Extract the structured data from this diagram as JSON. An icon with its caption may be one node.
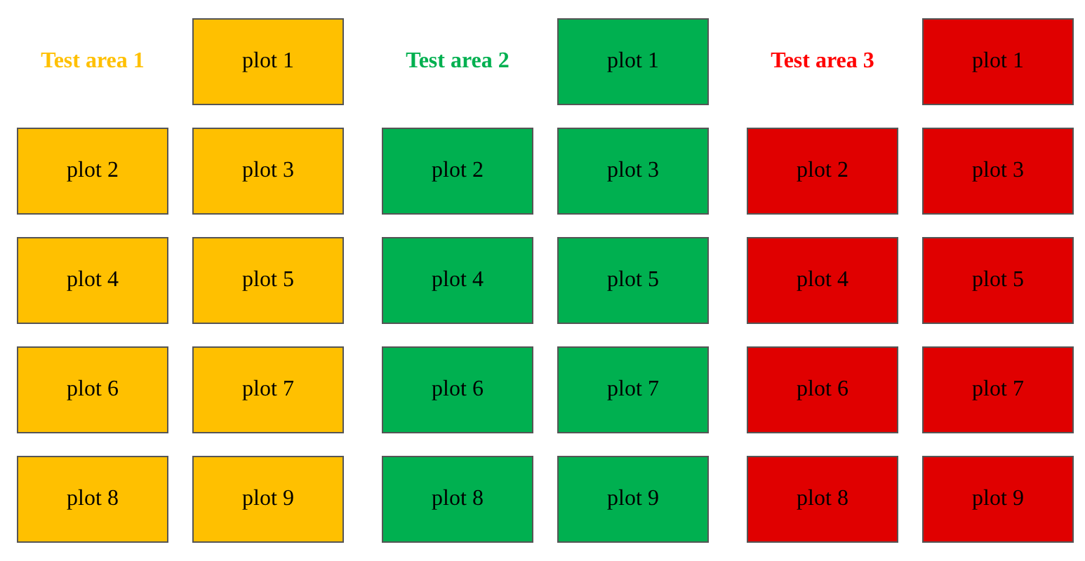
{
  "diagram": {
    "nodes": [
      {
        "text": [
          "plot 1"
        ]
      },
      {
        "text": [
          "plot 2"
        ]
      },
      {
        "text": [
          "plot 3"
        ]
      },
      {
        "text": [
          "plot 4"
        ]
      },
      {
        "text": [
          "plot 5"
        ]
      },
      {
        "text": [
          "plot 6"
        ]
      },
      {
        "text": [
          "plot 7"
        ]
      },
      {
        "text": [
          "plot 8"
        ]
      },
      {
        "text": [
          "plot 9"
        ]
      },
      {
        "text": [
          "plot 1"
        ]
      },
      {
        "text": [
          "plot 2"
        ]
      },
      {
        "text": [
          "plot 3"
        ]
      },
      {
        "text": [
          "plot 4"
        ]
      },
      {
        "text": [
          "plot 5"
        ]
      },
      {
        "text": [
          "plot 6"
        ]
      },
      {
        "text": [
          "plot 7"
        ]
      },
      {
        "text": [
          "plot 8"
        ]
      },
      {
        "text": [
          "plot 9"
        ]
      },
      {
        "text": [
          "plot 1"
        ]
      },
      {
        "text": [
          "plot 2"
        ]
      },
      {
        "text": [
          "plot 3"
        ]
      },
      {
        "text": [
          "plot 4"
        ]
      },
      {
        "text": [
          "plot 5"
        ]
      },
      {
        "text": [
          "plot 6"
        ]
      },
      {
        "text": [
          "plot 7"
        ]
      },
      {
        "text": [
          "plot 8"
        ]
      },
      {
        "text": [
          "plot 9"
        ]
      }
    ],
    "labels": [
      "Test area 1",
      "Test area 2",
      "Test area 3"
    ]
  }
}
